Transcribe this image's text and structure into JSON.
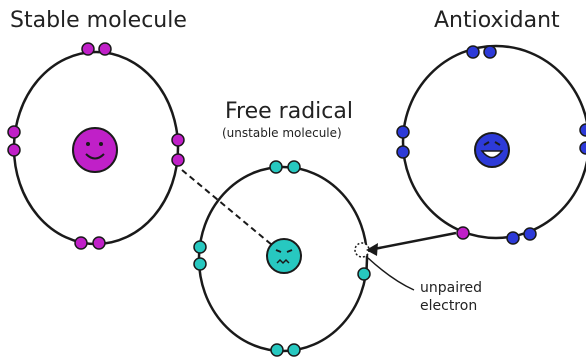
{
  "labels": {
    "stable": "Stable molecule",
    "antioxidant": "Antioxidant",
    "free_radical": "Free radical",
    "free_radical_sub": "(unstable molecule)",
    "unpaired_line1": "unpaired",
    "unpaired_line2": "electron"
  },
  "colors": {
    "stable": "#c020c8",
    "free_radical": "#27c8c0",
    "antioxidant": "#2d3ad8",
    "orbit": "#1a1a1a"
  },
  "faces": {
    "stable": "smiling-face",
    "free_radical": "distressed-face",
    "antioxidant": "grinning-face"
  }
}
